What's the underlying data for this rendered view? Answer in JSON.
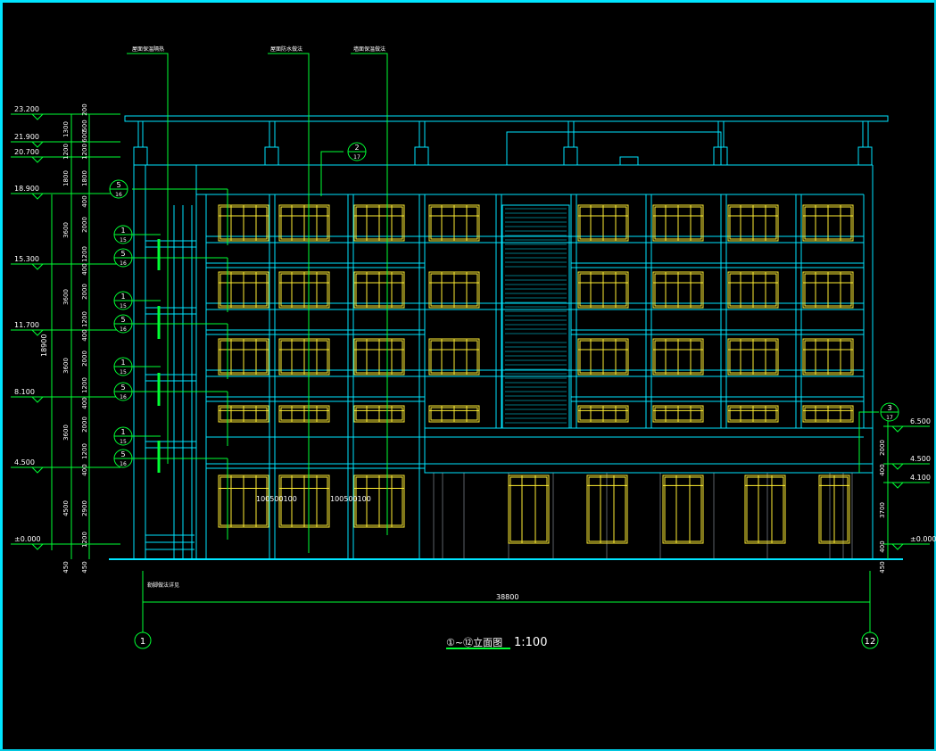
{
  "colors": {
    "cyan": "#00e5ff",
    "green": "#00ff33",
    "yellow": "#ffee33",
    "white": "#ffffff",
    "gray": "#9aa3ad",
    "background": "#000000"
  },
  "title": {
    "main": "①~⑫立面图",
    "scale": "1:100"
  },
  "leaders": {
    "leader1": "屋面保温隔热",
    "leader2": "屋面防水做法",
    "leader3": "墙面保温做法",
    "base": "勒脚做法详见"
  },
  "levels_left": [
    "23.200",
    "21.900",
    "20.700",
    "18.900",
    "15.300",
    "11.700",
    "8.100",
    "4.500",
    "±0.000"
  ],
  "levels_right": [
    "6.500",
    "4.500",
    "4.100",
    "±0.000"
  ],
  "dims_left_outer": [
    "1300",
    "1200",
    "1800",
    "3600",
    "3600",
    "3600",
    "3600",
    "4500",
    "450"
  ],
  "dims_left_inner": [
    "200",
    "500",
    "600",
    "1200",
    "1800",
    "400",
    "2000",
    "1200",
    "400",
    "2000",
    "1200",
    "400",
    "2000",
    "1200",
    "400",
    "2000",
    "1200",
    "400",
    "2900",
    "1200",
    "450"
  ],
  "dims_total_height": "18900",
  "dims_right": [
    "2000",
    "400",
    "3700",
    "400",
    "450"
  ],
  "dims_bottom_total": "38800",
  "dims_window": [
    "100",
    "500",
    "100"
  ],
  "axes": [
    "1",
    "12"
  ],
  "callouts": [
    {
      "top": "2",
      "bottom": "17"
    },
    {
      "top": "5",
      "bottom": "16"
    },
    {
      "top": "1",
      "bottom": "15"
    },
    {
      "top": "5",
      "bottom": "16"
    },
    {
      "top": "1",
      "bottom": "15"
    },
    {
      "top": "5",
      "bottom": "16"
    },
    {
      "top": "1",
      "bottom": "15"
    },
    {
      "top": "5",
      "bottom": "16"
    },
    {
      "top": "1",
      "bottom": "15"
    },
    {
      "top": "5",
      "bottom": "16"
    },
    {
      "top": "3",
      "bottom": "17"
    }
  ]
}
